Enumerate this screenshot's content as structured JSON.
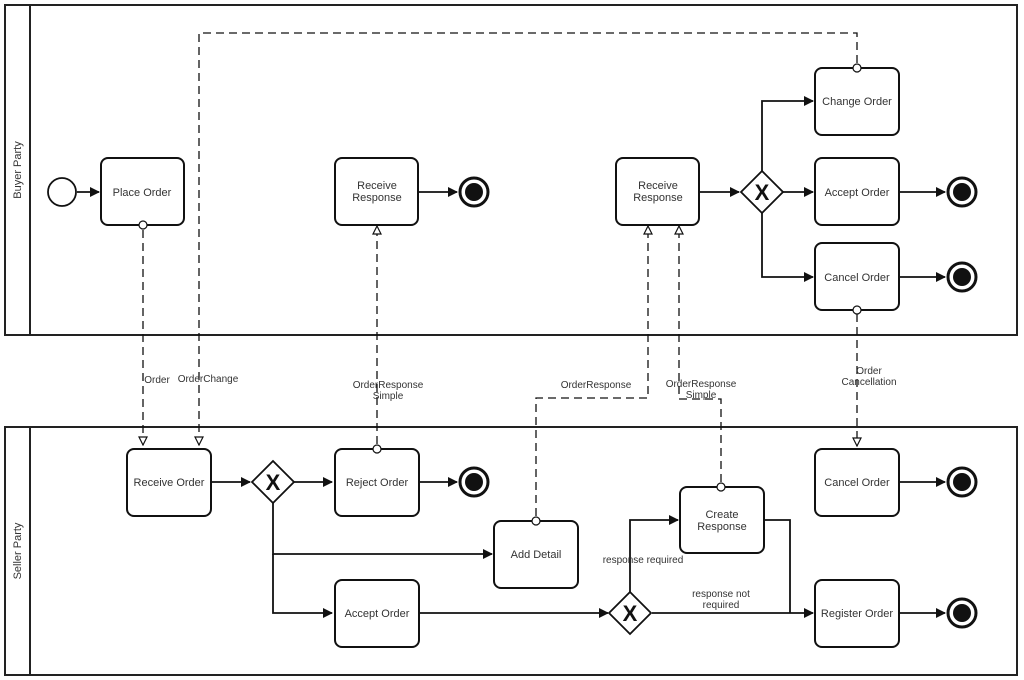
{
  "pools": {
    "buyer": "Buyer Party",
    "seller": "Seller Party"
  },
  "buyer_tasks": {
    "place_order": "Place Order",
    "receive_response_1": [
      "Receive",
      "Response"
    ],
    "receive_response_2": [
      "Receive",
      "Response"
    ],
    "change_order": "Change Order",
    "accept_order": "Accept Order",
    "cancel_order": "Cancel Order"
  },
  "seller_tasks": {
    "receive_order": "Receive Order",
    "reject_order": "Reject Order",
    "add_detail": "Add Detail",
    "accept_order": "Accept Order",
    "create_response": [
      "Create",
      "Response"
    ],
    "cancel_order": "Cancel Order",
    "register_order": "Register Order"
  },
  "gateway_symbol": "X",
  "messages": {
    "order": "Order",
    "order_change": "OrderChange",
    "order_response_simple_1": [
      "OrderResponse",
      "Simple"
    ],
    "order_response": "OrderResponse",
    "order_response_simple_2": [
      "OrderResponse",
      "Simple"
    ],
    "order_cancellation": [
      "Order",
      "Cancellation"
    ]
  },
  "conditions": {
    "response_required": "response required",
    "response_not_required": [
      "response not",
      "required"
    ]
  }
}
